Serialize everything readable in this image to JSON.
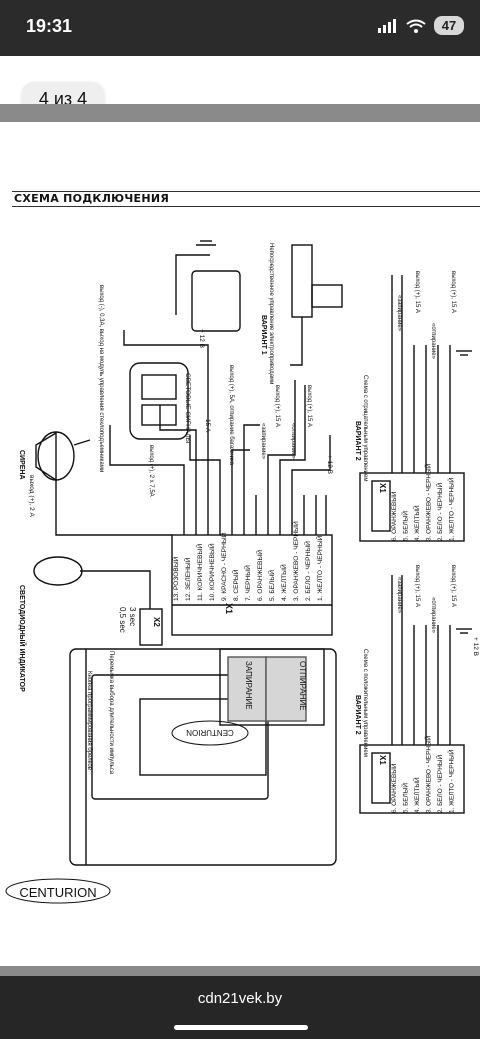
{
  "status": {
    "time": "19:31",
    "battery": "47"
  },
  "viewer": {
    "page_indicator": "4 из 4",
    "url": "cdn21vek.by"
  },
  "document": {
    "title": "СХЕМА ПОДКЛЮЧЕНИЯ",
    "brand": "CENTURION",
    "labels": {
      "siren": "СИРЕНА",
      "siren_out": "выход (+), 2 А",
      "led": "СВЕТОДИОДНЫЙ ИНДИКАТОР",
      "button": "Кнопка программирования брелков",
      "switch": "Перемычка выбора длительности импульса",
      "t05": "0,5 sec",
      "t3": "3 sec",
      "x2": "X2",
      "x1": "X1",
      "lock": "ЗАПИРАНИЕ",
      "unlock": "ОТПИРАНИЕ",
      "signals": "СВЕТОВЫЕ СИГНАЛЫ",
      "out_lights": "выход (+), 2 х 7,5А",
      "out_module": "выход (-), 0,3А, выход на модуль управления стеклоподъемниками",
      "fuse": "15 А",
      "trunk": "выход (+), 5А, отпирание багажника",
      "plus12": "+ 12 В",
      "variant1": "ВАРИАНТ 1",
      "variant1_desc": "Непосредственное управление электроприводами",
      "variant2": "ВАРИАНТ 2",
      "variant2_neg": "Схема с отрицательным управлением",
      "variant2_pos": "Схема с положительным управлением",
      "zap": "«запирание»",
      "otp": "«отпирание»",
      "out15": "выход (+), 15 А"
    },
    "wires_main": [
      "13. РОЗОВЫЙ",
      "12. ЗЕЛЕНЫЙ",
      "11. КОРИЧНЕВЫЙ",
      "10. КОРИЧНЕВЫЙ",
      "9. КРАСНО - ЧЕРНЫЙ",
      "8. СЕРЫЙ",
      "7. ЧЕРНЫЙ",
      "6. ОРАНЖЕВЫЙ",
      "5. БЕЛЫЙ",
      "4. ЖЕЛТЫЙ",
      "3. ОРАНЖЕВО - ЧЕРНЫЙ",
      "2. БЕЛО - ЧЕРНЫЙ",
      "1. ЖЕЛТО - ЧЕРНЫЙ"
    ],
    "wires_short": [
      "6. ОРАНЖЕВЫЙ",
      "5. БЕЛЫЙ",
      "4. ЖЕЛТЫЙ",
      "3. ОРАНЖЕВО - ЧЕРНЫЙ",
      "2. БЕЛО - ЧЕРНЫЙ",
      "1. ЖЕЛТО - ЧЕРНЫЙ"
    ]
  }
}
